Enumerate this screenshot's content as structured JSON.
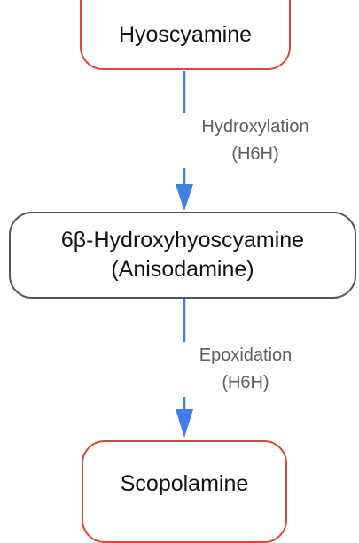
{
  "nodes": {
    "hyoscyamine": {
      "line1": "Hyoscyamine"
    },
    "anisodamine": {
      "line1": "6β-Hydroxyhyoscyamine",
      "line2": "(Anisodamine)"
    },
    "scopolamine": {
      "line1": "Scopolamine"
    }
  },
  "edges": {
    "hydroxylation": {
      "line1": "Hydroxylation",
      "line2": "(H6H)"
    },
    "epoxidation": {
      "line1": "Epoxidation",
      "line2": "(H6H)"
    }
  },
  "colors": {
    "arrow": "#3f7fe6",
    "terminal_border": "#d9483b",
    "intermediate_border": "#555555",
    "edge_label_text": "#5e5e5e"
  }
}
